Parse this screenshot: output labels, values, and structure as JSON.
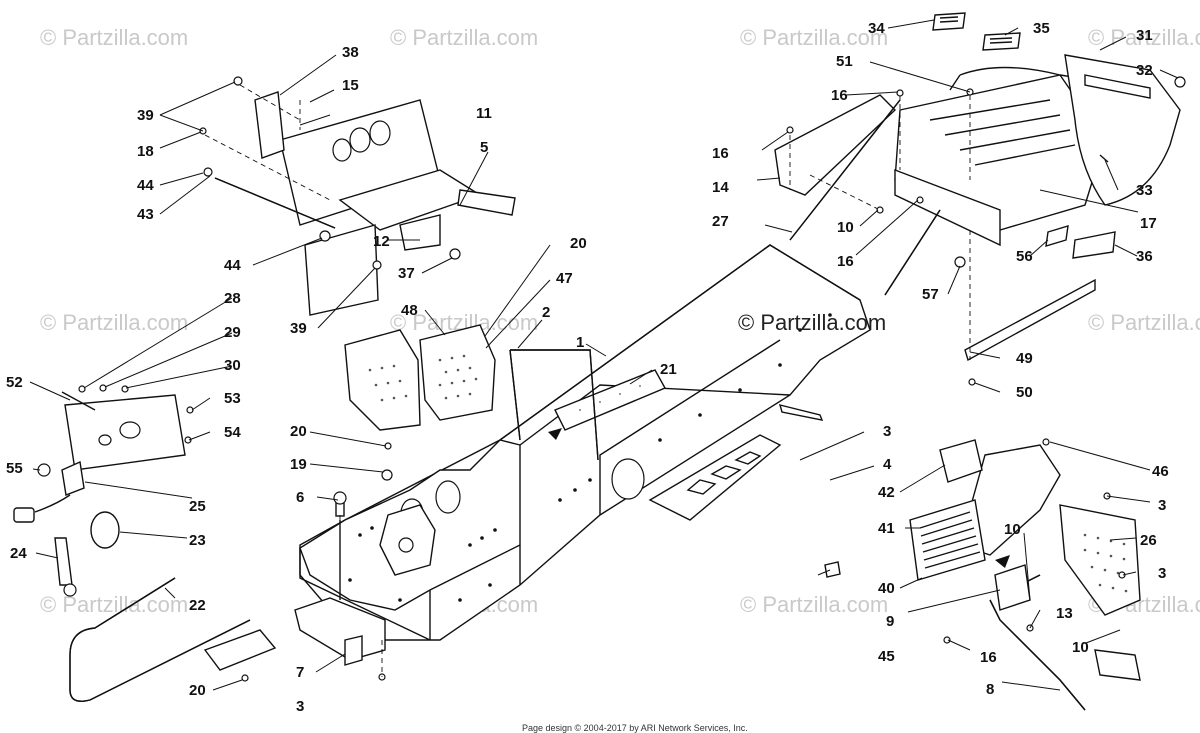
{
  "watermark": {
    "text": "© Partzilla.com"
  },
  "brand": {
    "text": "© Partzilla.com"
  },
  "footer": {
    "text": "Page design © 2004-2017 by ARI Network Services, Inc."
  },
  "callouts": [
    "1",
    "2",
    "3",
    "3",
    "3",
    "3",
    "4",
    "5",
    "6",
    "7",
    "8",
    "9",
    "10",
    "10",
    "10",
    "11",
    "12",
    "13",
    "14",
    "15",
    "16",
    "16",
    "16",
    "16",
    "17",
    "18",
    "19",
    "20",
    "20",
    "20",
    "20",
    "21",
    "22",
    "23",
    "24",
    "25",
    "26",
    "27",
    "28",
    "29",
    "30",
    "31",
    "32",
    "33",
    "34",
    "35",
    "36",
    "37",
    "38",
    "39",
    "39",
    "40",
    "41",
    "42",
    "43",
    "44",
    "44",
    "45",
    "46",
    "47",
    "48",
    "49",
    "50",
    "51",
    "52",
    "53",
    "54",
    "55",
    "56",
    "57"
  ]
}
